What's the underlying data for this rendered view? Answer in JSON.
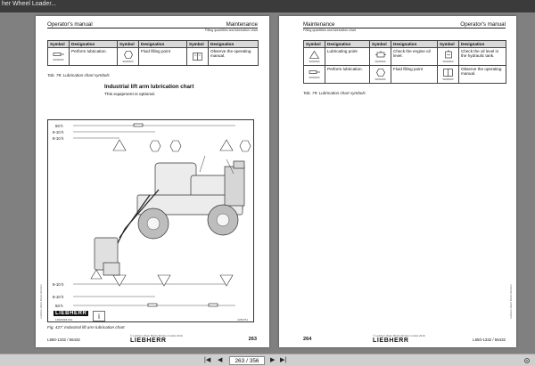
{
  "window": {
    "title": "her Wheel Loader..."
  },
  "left_page": {
    "header_left": "Operator's manual",
    "header_right": "Maintenance",
    "subheader": "Filling quantities and lubrication chart",
    "table": {
      "headers": [
        "Symbol",
        "Designation",
        "Symbol",
        "Designation",
        "Symbol",
        "Designation"
      ],
      "row": {
        "code1": "W000000",
        "desig1": "Perform lubrication.",
        "code2": "W000000",
        "desig2": "Fluid filling point",
        "code3": "",
        "desig3": "Observe the operating manual."
      }
    },
    "table_caption": "Tab. 78: Lubrication chart symbols",
    "section_title": "Industrial lift arm lubrication chart",
    "note": "This equipment is optional.",
    "hours_top": [
      "50 h",
      "8-10 h",
      "8-10 h"
    ],
    "hours_bottom": [
      "8-10 h",
      "8-10 h",
      "50 h"
    ],
    "part_number": "11623348-001",
    "figure_code": "2260761",
    "figure_caption": "Fig. 427: Industrial lift arm lubrication chart",
    "side_code": "Liebherr-Werk Bischofshofen",
    "footer_model": "L550-1332 / 56432",
    "copyright": "© Liebherr-Werk Bischofshofen GmbH 2019",
    "brand": "LIEBHERR",
    "page_number": "263"
  },
  "right_page": {
    "header_left": "Maintenance",
    "header_right": "Operator's manual",
    "subheader": "Filling quantities and lubrication chart",
    "table": {
      "headers": [
        "Symbol",
        "Designation",
        "Symbol",
        "Designation",
        "Symbol",
        "Designation"
      ],
      "rows": [
        {
          "code1": "W000000",
          "desig1": "Lubricating point",
          "code2": "W000000",
          "desig2": "Check the engine oil level.",
          "code3": "W000000",
          "desig3": "Check the oil level in the hydraulic tank."
        },
        {
          "code1": "W000000",
          "desig1": "Perform lubrication.",
          "code2": "W000000",
          "desig2": "Fluid filling point",
          "code3": "W000000",
          "desig3": "Observe the operating manual."
        }
      ]
    },
    "table_caption": "Tab. 79: Lubrication chart symbols",
    "side_code": "Liebherr-Werk Bischofshofen",
    "page_number": "264",
    "copyright": "© Liebherr-Werk Bischofshofen GmbH 2019",
    "brand": "LIEBHERR",
    "footer_model": "L550-1332 / 56432"
  },
  "toolbar": {
    "first": "|◀",
    "prev": "◀",
    "page_field": "263 / 356",
    "next": "▶",
    "last": "▶|"
  }
}
